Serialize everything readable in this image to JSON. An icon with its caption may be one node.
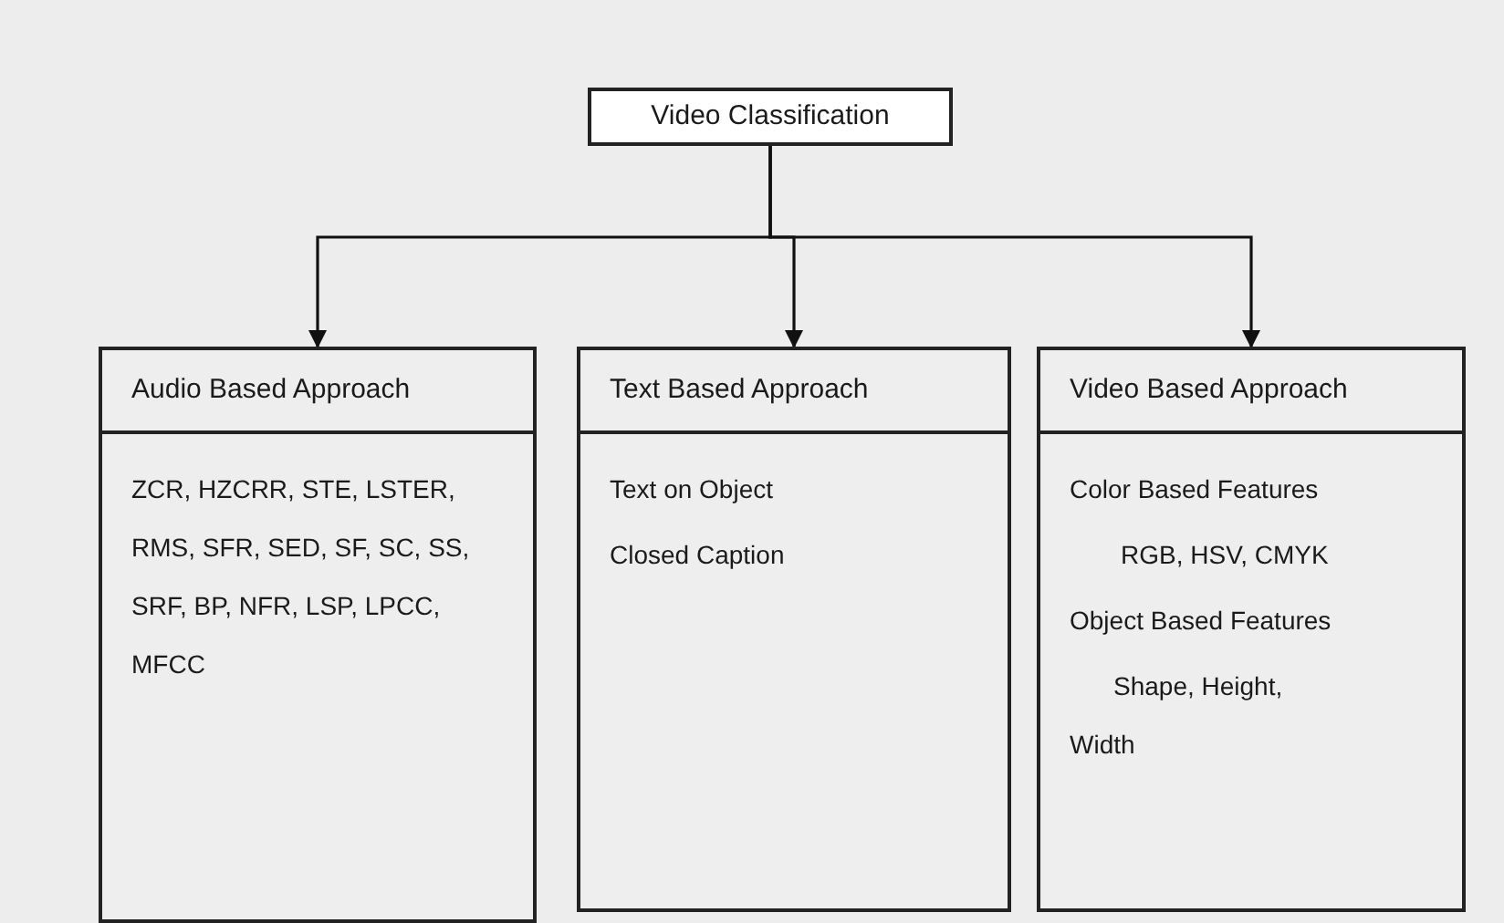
{
  "diagram": {
    "nodes": [
      {
        "text": [
          "Video Classification"
        ]
      },
      {
        "text": [
          "Audio Based Approach",
          "ZCR, HZCRR, STE, LSTER, RMS, SFR, SED, SF, SC, SS, SRF, BP, NFR, LSP, LPCC, MFCC"
        ]
      },
      {
        "text": [
          "Text Based Approach",
          "Text on Object",
          "Closed Caption"
        ]
      },
      {
        "text": [
          "Video Based Approach",
          "Color Based Features",
          "RGB, HSV, CMYK",
          "Object Based Features",
          "Shape, Height, Width"
        ]
      }
    ],
    "edges": [
      {
        "from": 0,
        "to": 1,
        "arrow": "to"
      },
      {
        "from": 0,
        "to": 2,
        "arrow": "to"
      },
      {
        "from": 0,
        "to": 3,
        "arrow": "to"
      }
    ]
  }
}
